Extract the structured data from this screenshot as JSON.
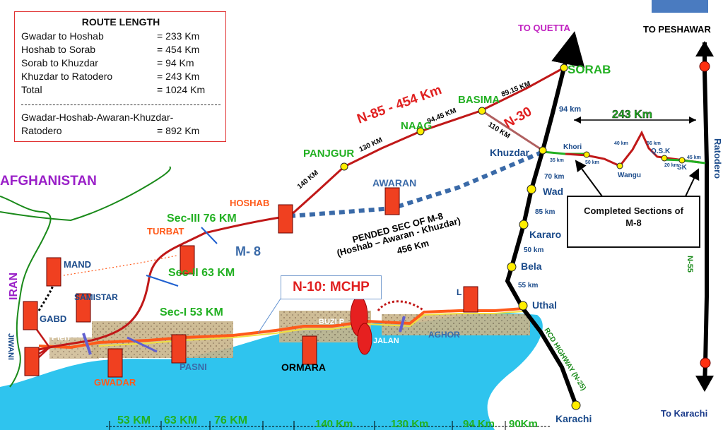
{
  "route_length": {
    "title": "ROUTE LENGTH",
    "rows": [
      {
        "label": "Gwadar to Hoshab",
        "value": "= 233 Km"
      },
      {
        "label": "Hoshab to Sorab",
        "value": "= 454 Km"
      },
      {
        "label": "Sorab to Khuzdar",
        "value": "= 94 Km"
      },
      {
        "label": "Khuzdar to Ratodero",
        "value": "= 243 Km"
      },
      {
        "label": "Total",
        "value": "= 1024 Km"
      }
    ],
    "footer_line1": "Gwadar-Hoshab-Awaran-Khuzdar-",
    "footer_label2": "Ratodero",
    "footer_value": "= 892 Km"
  },
  "directions": {
    "to_quetta": "TO QUETTA",
    "to_peshawar": "TO PESHAWAR",
    "to_karachi": "To Karachi"
  },
  "countries": {
    "afghanistan": "AFGHANISTAN",
    "iran": "IRAN"
  },
  "routes": {
    "n85": "N-85 - 454 Km",
    "n30": "N-30",
    "m8": "M- 8",
    "n10": "N-10: MCHP",
    "n55": "N-55",
    "rcd": "RCD HIGHWAY (N-25)",
    "pended_line1": "PENDED SEC OF M-8",
    "pended_line2": "(Hoshab – Awaran -  Khuzdar)",
    "pended_line3": "456 Km",
    "n85_distances": [
      "140 KM",
      "130 KM",
      "94.45 KM",
      "89.15 KM"
    ],
    "n30_distance": "110 KM"
  },
  "places": {
    "sorab": "SORAB",
    "basima": "BASIMA",
    "naag": "NAAG",
    "panjgur": "PANJGUR",
    "hoshab": "HOSHAB",
    "awaran": "AWARAN",
    "turbat": "TURBAT",
    "khuzdar": "Khuzdar",
    "wad": "Wad",
    "kararo": "Kararo",
    "bela": "Bela",
    "uthal": "Uthal",
    "karachi": "Karachi",
    "gwadar": "GWADAR",
    "pasni": "PASNI",
    "ormara": "ORMARA",
    "aghor": "AGHOR",
    "buzi": "BUZI P",
    "jalan": "JALAN",
    "pleri": "Pleri",
    "gabd": "GABD",
    "jiwani": "JIWANI",
    "mand": "MAND",
    "sami_star": "SAMISTAR",
    "l_label": "L",
    "khori": "Khori",
    "wangu": "Wangu",
    "qsk": "Q.S.K",
    "sk": "SK",
    "ratodero": "Ratodero"
  },
  "sections": {
    "sec3": "Sec-III  76 KM",
    "sec2": "Sec-II  63 KM",
    "sec1": "Sec-I 53 KM"
  },
  "m8_east": {
    "green_distance": "243 Km",
    "khuzdar_to_sorab": "94 km",
    "d35": "35 km",
    "d50": "50 km",
    "d40": "40 km",
    "d56": "56 km",
    "d20": "20 km",
    "d45": "45 km",
    "completed_line1": "Completed Sections of",
    "completed_line2": "M-8"
  },
  "rcd": {
    "d70": "70 km",
    "d85": "85 km",
    "d50": "50 km",
    "d55": "55 km"
  },
  "bottom_scale": [
    "53 KM",
    "63 KM",
    "76 KM",
    "140 Km",
    "130 Km",
    "94 Km",
    "90Km"
  ],
  "colors": {
    "road_red": "#c01818",
    "label_red": "#e02020",
    "green": "#22b022",
    "sea": "#2fc4ee",
    "section_orange": "#ff5a1a",
    "purple": "#9a20c8",
    "node_yellow": "#ffee00",
    "m8_dashed": "#3a6aa8"
  }
}
